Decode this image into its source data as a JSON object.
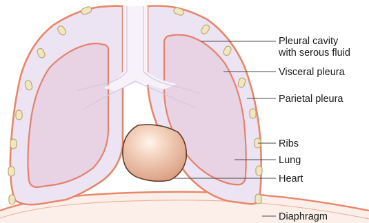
{
  "labels": {
    "pleural_cavity_line1": "Pleural cavity",
    "pleural_cavity_line2": "with serous fluid",
    "visceral_pleura": "Visceral pleura",
    "parietal_pleura": "Parietal pleura",
    "ribs": "Ribs",
    "lung": "Lung",
    "heart": "Heart",
    "diaphragm": "Diaphragm"
  },
  "colors": {
    "pleural_outline": "#e8866a",
    "pleural_cavity_fill": "#ece4f3",
    "lung_fill": "#e7d3e3",
    "lung_outline": "#e5816d",
    "rib_fill": "#f2e6bf",
    "rib_outline": "#b9a774",
    "heart_fill": "#e8b899",
    "heart_highlight": "#fff4ec",
    "heart_outline": "#5e3f2e",
    "leader_line": "#4a4a4a",
    "diaphragm_fill": "#fcefe9"
  }
}
